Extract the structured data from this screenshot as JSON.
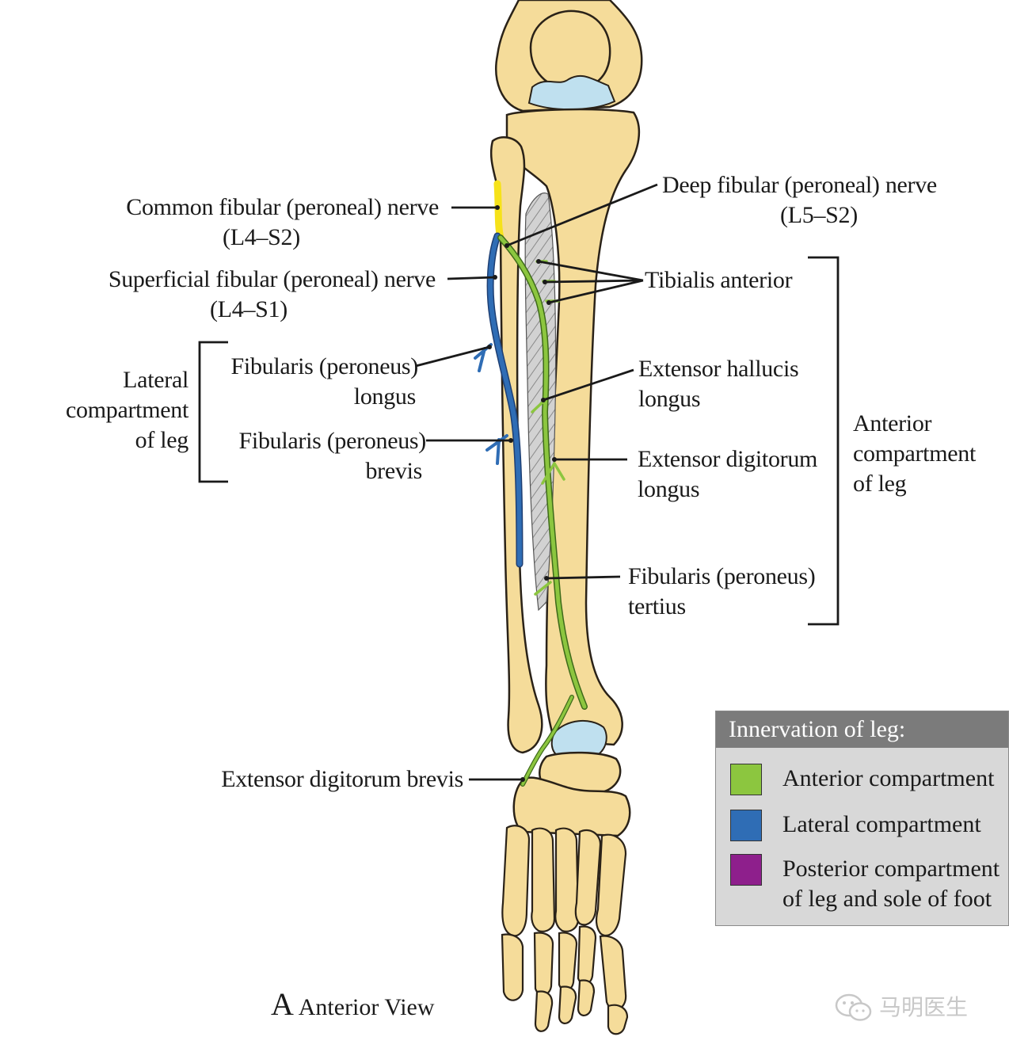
{
  "labels": {
    "common_fibular": "Common fibular (peroneal) nerve",
    "common_fibular_roots": "(L4–S2)",
    "superficial_fibular": "Superficial fibular (peroneal) nerve",
    "superficial_fibular_roots": "(L4–S1)",
    "deep_fibular": "Deep fibular (peroneal) nerve",
    "deep_fibular_roots": "(L5–S2)",
    "tibialis_anterior": "Tibialis anterior",
    "lateral_compartment_line1": "Lateral",
    "lateral_compartment_line2": "compartment",
    "lateral_compartment_line3": "of leg",
    "fibularis_longus_line1": "Fibularis (peroneus)",
    "fibularis_longus_line2": "longus",
    "fibularis_brevis_line1": "Fibularis (peroneus)",
    "fibularis_brevis_line2": "brevis",
    "ext_hallucis_line1": "Extensor hallucis",
    "ext_hallucis_line2": "longus",
    "ext_digitorum_line1": "Extensor digitorum",
    "ext_digitorum_line2": "longus",
    "fibularis_tertius_line1": "Fibularis (peroneus)",
    "fibularis_tertius_line2": "tertius",
    "anterior_compartment_line1": "Anterior",
    "anterior_compartment_line2": "compartment",
    "anterior_compartment_line3": "of leg",
    "ext_digitorum_brevis": "Extensor digitorum brevis"
  },
  "legend": {
    "title": "Innervation of leg:",
    "items": [
      {
        "label": "Anterior compartment",
        "color": "#8cc63f"
      },
      {
        "label": "Lateral compartment",
        "color": "#2f6db5"
      },
      {
        "label_line1": "Posterior compartment",
        "label_line2": "of leg and sole of foot",
        "color": "#8e1f8c"
      }
    ]
  },
  "caption": {
    "letter": "A",
    "text": "Anterior View"
  },
  "watermark": {
    "text": "马明医生",
    "icon": "wechat-icon"
  },
  "colors": {
    "bone": "#f5dc9a",
    "bone_outline": "#2a2218",
    "cartilage": "#bfe0ef",
    "anterior_nerve": "#8cc63f",
    "lateral_nerve": "#2f6db5",
    "common_nerve": "#f6e21a",
    "membrane": "#c9c9c9"
  }
}
